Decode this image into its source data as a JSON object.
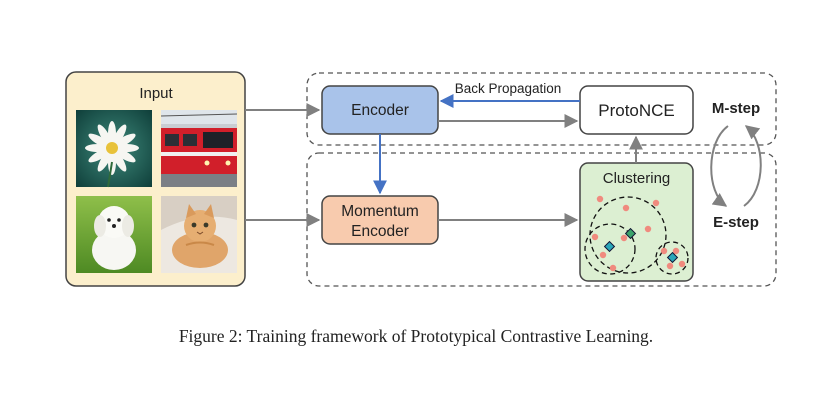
{
  "input": {
    "label": "Input"
  },
  "encoder": {
    "label": "Encoder"
  },
  "momentum_encoder": {
    "label_line1": "Momentum",
    "label_line2": "Encoder"
  },
  "protonce": {
    "label": "ProtoNCE"
  },
  "clustering": {
    "label": "Clustering"
  },
  "back_propagation": {
    "label": "Back Propagation"
  },
  "m_step": {
    "label": "M-step"
  },
  "e_step": {
    "label": "E-step"
  },
  "caption": "Figure 2: Training framework of Prototypical Contrastive Learning.",
  "colors": {
    "input_panel": "#fcefcc",
    "encoder": "#a9c3ea",
    "momentum_encoder": "#f8cbae",
    "clustering": "#dcefd2",
    "blue_arrow": "#4472c4",
    "gray_arrow": "#808080"
  },
  "icons": [
    "daisy-photo",
    "train-photo",
    "puppy-photo",
    "kitten-photo"
  ]
}
